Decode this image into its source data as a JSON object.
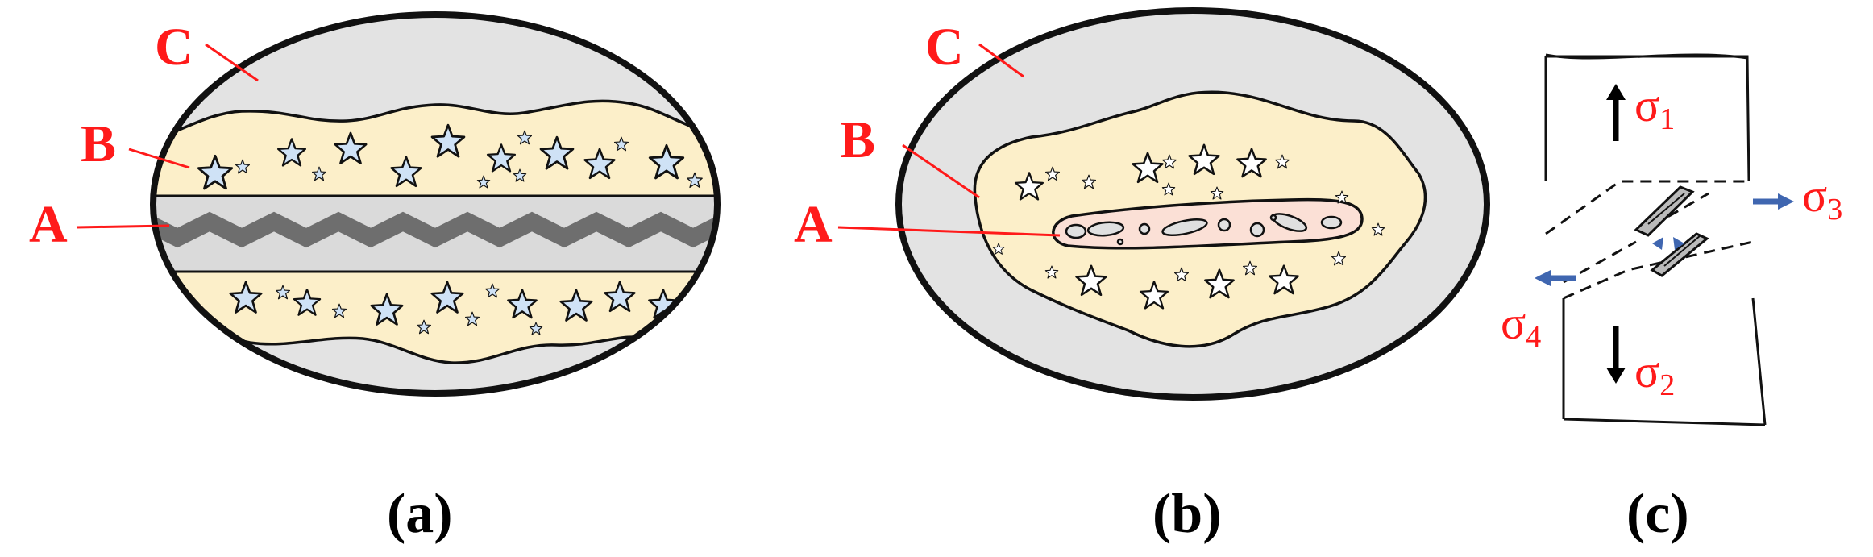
{
  "panels": {
    "a": {
      "caption": "(a)",
      "labels": {
        "A": "A",
        "B": "B",
        "C": "C"
      }
    },
    "b": {
      "caption": "(b)",
      "labels": {
        "A": "A",
        "B": "B",
        "C": "C"
      }
    },
    "c": {
      "caption": "(c)",
      "stress": {
        "s1": {
          "sym": "σ",
          "sub": "1"
        },
        "s2": {
          "sym": "σ",
          "sub": "2"
        },
        "s3": {
          "sym": "σ",
          "sub": "3"
        },
        "s4": {
          "sym": "σ",
          "sub": "4"
        }
      }
    }
  },
  "colors": {
    "label_red": "#ff1a1a",
    "outer_gray": "#e3e3e3",
    "cream": "#fcefc9",
    "star_blue": "#cfe2f6",
    "zigzag_gray": "#6e6e6e",
    "pink_core": "#fbe0d6",
    "arrow_blue": "#3f66b0"
  }
}
